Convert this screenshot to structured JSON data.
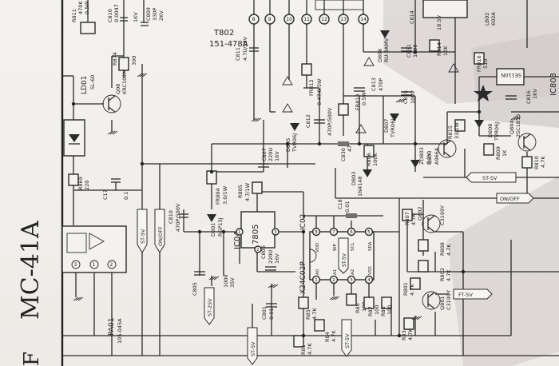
{
  "page": {
    "model_title": "MC-41A",
    "edge_letter": "F"
  },
  "components": {
    "r811": {
      "ref": "R811",
      "value1": "470K",
      "value2": "0.5W"
    },
    "c810": {
      "ref": "C810",
      "value1": "0.0047",
      "value2": "1KV"
    },
    "c809": {
      "ref": "C809",
      "value1": "330P",
      "value2": "2KV"
    },
    "r874": {
      "ref": "R874",
      "value": "390"
    },
    "q08": {
      "ref": "Q08",
      "value": "KRC102M"
    },
    "ld01": {
      "ref": "LD01",
      "value": "SL-60"
    },
    "r869": {
      "ref": "R869",
      "value": "220"
    },
    "c17": {
      "ref": "C17",
      "value": "0.1"
    },
    "pa01": {
      "ref": "PA01",
      "value": "105-045A"
    },
    "t802": {
      "ref": "T802",
      "value": "151-478A"
    },
    "c811": {
      "ref": "C811",
      "value": "4.7U/50V"
    },
    "fr804": {
      "ref": "FR804",
      "value": "3.0/1W"
    },
    "d801": {
      "ref": "D801",
      "value": "RGP15J"
    },
    "c810b": {
      "ref": "C810",
      "value": "470P/500V"
    },
    "c805": {
      "ref": "C805",
      "value1": "1000",
      "value2": "35V"
    },
    "ic04": {
      "ref": "IC04",
      "value": "7805"
    },
    "r805": {
      "ref": "R805",
      "value": "4.7/1W"
    },
    "c807": {
      "ref": "C807",
      "value1": "220U",
      "value2": "16V"
    },
    "d805": {
      "ref": "D805",
      "value": "TVR06J"
    },
    "fr812": {
      "ref": "FR812",
      "value": "0.47/0.5W"
    },
    "c812": {
      "ref": "C812",
      "value": "470P/500V"
    },
    "c830": {
      "ref": "C830",
      "value": "47"
    },
    "d803": {
      "ref": "D803",
      "value": "1N4148"
    },
    "r806": {
      "ref": "R806",
      "value": "100K"
    },
    "c813": {
      "ref": "C813",
      "value": "470P"
    },
    "fr813": {
      "ref": "FR813",
      "value": "0.5W"
    },
    "d806": {
      "ref": "D806",
      "value": "RU-3AMV"
    },
    "c815": {
      "ref": "C815",
      "value": "100V"
    },
    "c831": {
      "ref": "C831",
      "value": "1000"
    },
    "d807": {
      "ref": "D807",
      "value": "TVR06J"
    },
    "zd803": {
      "ref": "ZD803",
      "value": "9.1V"
    },
    "q803": {
      "ref": "Q803",
      "value": "A966A"
    },
    "r815": {
      "ref": "R815",
      "value": "33/1W"
    },
    "r814": {
      "ref": "R814",
      "value": "12K"
    },
    "c814": {
      "ref": "C814",
      "value": "18.5V"
    },
    "fr816": {
      "ref": "FR816",
      "value": "510"
    },
    "ic_stby": {
      "ref": "SE110N"
    },
    "lb02": {
      "ref": "LB02",
      "value": "602A"
    },
    "c816": {
      "ref": "C816",
      "value": "1KV"
    },
    "ic803": {
      "ref": "IC803"
    },
    "d808": {
      "ref": "D808",
      "value": "TVR06J"
    },
    "q804": {
      "ref": "Q804",
      "value": "2SC1815"
    },
    "r809": {
      "ref": "R809",
      "value": "1K"
    },
    "r810": {
      "ref": "R810",
      "value": "4.7K"
    },
    "ic02": {
      "ref": "IC02",
      "value": "X24C02P"
    },
    "c18": {
      "ref": "C18",
      "value": "0.01"
    },
    "r807": {
      "ref": "R807",
      "value": "4.7K"
    },
    "q802": {
      "ref": "Q802",
      "value": "C3199Y"
    },
    "r808": {
      "ref": "R808",
      "value": "4.7K"
    },
    "q801": {
      "ref": "Q801",
      "value": "C3199Y"
    },
    "r801": {
      "ref": "R801",
      "value": "4.7K"
    },
    "r802": {
      "ref": "R802",
      "value": "4.7K"
    },
    "c806": {
      "ref": "C806",
      "value1": "220U",
      "value2": "16V"
    },
    "c801": {
      "ref": "C801",
      "value": "0.01"
    },
    "r85": {
      "ref": "R85",
      "value": "4.7K"
    },
    "r86": {
      "ref": "R86",
      "value": "100"
    },
    "r87": {
      "ref": "R87",
      "value": "100"
    },
    "r88": {
      "ref": "R88",
      "value": "100"
    },
    "r84": {
      "ref": "R84",
      "value": "4.7K"
    },
    "r83": {
      "ref": "R83",
      "value": "4.7K"
    },
    "r81": {
      "ref": "R81",
      "value": "4.7K"
    }
  },
  "nets": {
    "st_5v_a": "ST-5V",
    "on_off_a": "ON/OFF",
    "st_25v": "ST-25V",
    "st_5v_b": "ST-5V",
    "st_5v_c": "ST-5V",
    "st_5v_d": "ST-5V",
    "st_5v_e": "ST-5V",
    "on_off_b": "ON/OFF",
    "ft_5v": "FT-5V"
  },
  "pins": {
    "t802": [
      "8",
      "9",
      "10",
      "11",
      "12",
      "13",
      "14"
    ],
    "pa01": [
      "3",
      "1",
      "2"
    ],
    "ic02_top": [
      "8",
      "7",
      "6",
      "5"
    ],
    "ic02_bottom": [
      "1",
      "2",
      "3",
      "4"
    ],
    "ic02_pin_labels": [
      "VDD",
      "WP",
      "SCL",
      "SDA",
      "A0",
      "A1",
      "A2",
      "VSS"
    ],
    "ic04": [
      "1",
      "2",
      "3"
    ]
  }
}
